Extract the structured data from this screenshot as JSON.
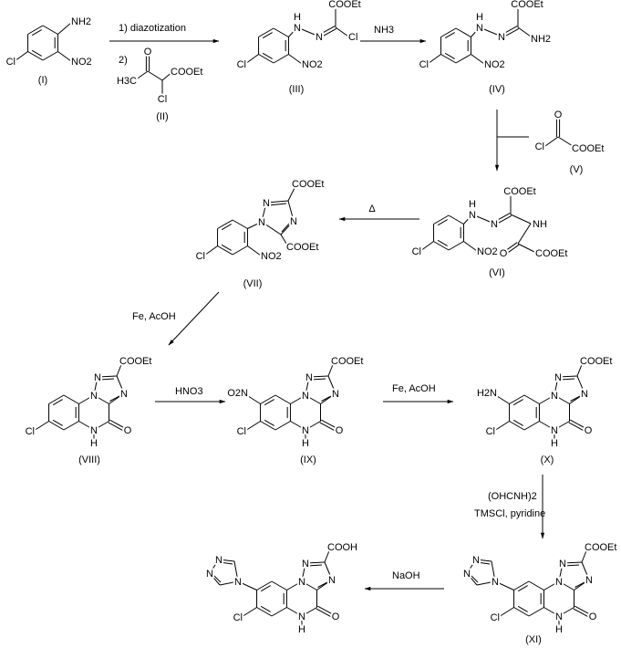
{
  "colors": {
    "ink": "#000000",
    "background": "#ffffff"
  },
  "reagents": {
    "step1_line1": "1) diazotization",
    "step1_line2": "2)",
    "step2": "NH3",
    "step4": "Δ",
    "step5": "Fe, AcOH",
    "step6": "HNO3",
    "step7": "Fe, AcOH",
    "step8_line1": "(OHCNH)2",
    "step8_line2": "TMSCl, pyridine",
    "step9": "NaOH"
  },
  "compounds": {
    "I": {
      "label": "(I)",
      "amine": "NH2",
      "nitro": "NO2",
      "chloro": "Cl"
    },
    "II": {
      "label": "(II)",
      "methyl": "H3C",
      "oxo": "O",
      "ester": "COOEt",
      "chloro": "Cl"
    },
    "III": {
      "label": "(III)",
      "nh_n": "N",
      "nh_h": "H",
      "azo_n": "N",
      "ester": "COOEt",
      "chloro2": "Cl",
      "nitro": "NO2",
      "chloro": "Cl"
    },
    "IV": {
      "label": "(IV)",
      "nh_n": "N",
      "nh_h": "H",
      "azo_n": "N",
      "ester": "COOEt",
      "amine": "NH2",
      "nitro": "NO2",
      "chloro": "Cl"
    },
    "V": {
      "label": "(V)",
      "chloro": "Cl",
      "oxo": "O",
      "ester": "COOEt"
    },
    "VI": {
      "label": "(VI)",
      "nh_n": "N",
      "nh_h": "H",
      "azo_n": "N",
      "ester": "COOEt",
      "amide_nh": "NH",
      "oxo": "O",
      "ester2": "COOEt",
      "nitro": "NO2",
      "chloro": "Cl"
    },
    "VII": {
      "label": "(VII)",
      "n1": "N",
      "n2": "N",
      "n4": "N",
      "ester_top": "COOEt",
      "ester_bottom": "COOEt",
      "nitro": "NO2",
      "chloro": "Cl"
    },
    "VIII": {
      "label": "(VIII)",
      "acid_group": "COOEt",
      "chloro": "Cl"
    },
    "IX": {
      "label": "(IX)",
      "acid_group": "COOEt",
      "chloro": "Cl",
      "nitro": "O2N"
    },
    "X": {
      "label": "(X)",
      "acid_group": "COOEt",
      "chloro": "Cl",
      "amine": "H2N"
    },
    "XI": {
      "label": "(XI)",
      "acid_group": "COOEt",
      "chloro": "Cl"
    },
    "final": {
      "label": "",
      "acid_group": "COOH",
      "chloro": "Cl"
    }
  },
  "atoms": {
    "N": "N",
    "H": "H",
    "O": "O"
  }
}
